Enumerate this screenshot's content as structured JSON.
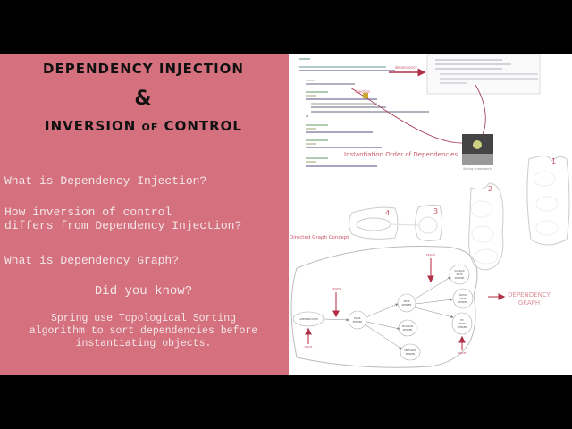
{
  "title": {
    "line1": "DEPENDENCY INJECTION",
    "amp": "&",
    "line2_a": "INVERSION ",
    "line2_of": "OF",
    "line2_b": " CONTROL"
  },
  "questions": [
    "What is Dependency Injection?",
    "How inversion of control\ndiffers from Dependency Injection?",
    "What is Dependency Graph?"
  ],
  "did_you_know": {
    "heading": "Did you know?",
    "text": "Spring use Topological Sorting\nalgorithm to sort dependencies before\ninstantiating objects."
  },
  "slide": {
    "dependency_arrow_label": "dependency",
    "injection_label": "injection",
    "instantiation_label": "Instantiation Order of Dependencies",
    "spring_caption": "Spring Framework",
    "directed_graph_label": "Directed Graph Concept",
    "dependency_graph_label": [
      "DEPENDENCY",
      "GRAPH"
    ],
    "cluster_numbers": [
      "1",
      "2",
      "3",
      "4"
    ],
    "edges_label": "EDGES",
    "node_label": "NODE",
    "nodes": {
      "communicator": "COMMUNICATOR",
      "email": [
        "EMAIL",
        "SENDER"
      ],
      "smtp": [
        "SMTP",
        "SENDER"
      ],
      "mailgun": [
        "MAILGUN",
        "SENDER"
      ],
      "sendgrid": [
        "SENDGRID",
        "SENDER"
      ],
      "google": [
        "GOOGLE",
        "SMTP",
        "SENDER"
      ],
      "yahoo": [
        "YAHOO",
        "SMTP",
        "SENDER"
      ],
      "my": [
        "MY",
        "SMTP",
        "SENDER"
      ]
    },
    "accent_color": "#c9566a"
  }
}
